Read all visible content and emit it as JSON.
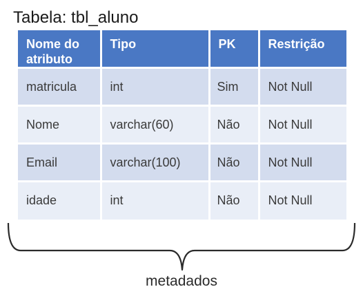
{
  "title": "Tabela: tbl_aluno",
  "table": {
    "headers": [
      "Nome do atributo",
      "Tipo",
      "PK",
      "Restrição"
    ],
    "rows": [
      [
        "matricula",
        "int",
        "Sim",
        "Not Null"
      ],
      [
        "Nome",
        "varchar(60)",
        "Não",
        "Not Null"
      ],
      [
        "Email",
        "varchar(100)",
        "Não",
        "Not Null"
      ],
      [
        "idade",
        "int",
        "Não",
        "Not Null"
      ]
    ]
  },
  "caption": "metadados",
  "colors": {
    "header_bg": "#4a78c4",
    "row_dark": "#d3dcee",
    "row_light": "#e9eef7"
  }
}
